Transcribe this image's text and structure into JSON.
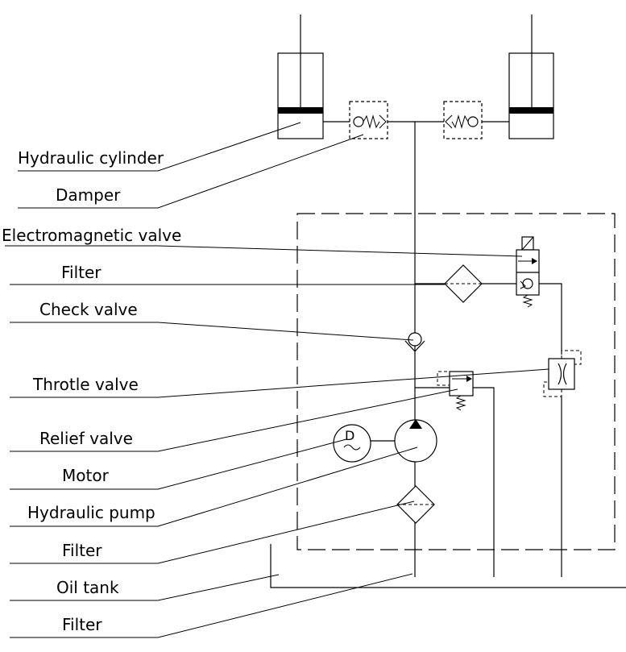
{
  "labels": {
    "hydraulic_cylinder": "Hydraulic cylinder",
    "damper": "Damper",
    "electromagnetic_valve": "Electromagnetic valve",
    "filter_1": "Filter",
    "check_valve": "Check valve",
    "throttle_valve": "Throtle valve",
    "relief_valve": "Relief valve",
    "motor": "Motor",
    "hydraulic_pump": "Hydraulic pump",
    "filter_2": "Filter",
    "oil_tank": "Oil tank",
    "filter_3": "Filter"
  },
  "motor_symbol": "D"
}
